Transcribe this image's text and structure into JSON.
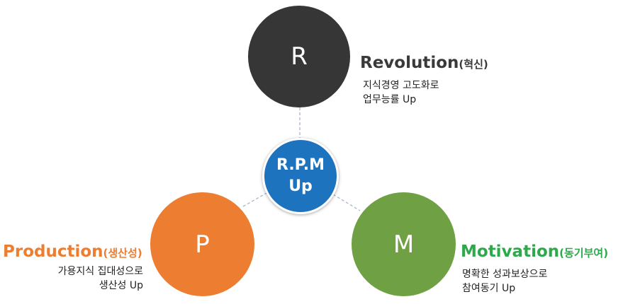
{
  "colors": {
    "revolution": "#363636",
    "production": "#ED7D31",
    "motivation": "#6FA043",
    "center": "#1E73BE",
    "revolution_title": "#3A3A3A",
    "production_title": "#ED7D31",
    "motivation_title": "#2EA84A"
  },
  "center": {
    "line1": "R.P.M",
    "line2": "Up"
  },
  "revolution": {
    "letter": "R",
    "title": "Revolution",
    "subtitle": "(혁신)",
    "desc_line1": "지식경영 고도화로",
    "desc_line2": "업무능률 Up"
  },
  "production": {
    "letter": "P",
    "title": "Production",
    "subtitle": "(생산성)",
    "desc_line1": "가용지식 집대성으로",
    "desc_line2": "생산성 Up"
  },
  "motivation": {
    "letter": "M",
    "title": "Motivation",
    "subtitle": "(동기부여)",
    "desc_line1": "명확한 성과보상으로",
    "desc_line2": "참여동기 Up"
  }
}
